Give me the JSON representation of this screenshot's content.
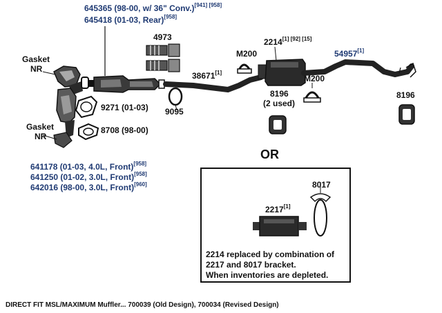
{
  "parts": {
    "p645365": {
      "text": "645365 (98-00, w/ 36\" Conv.)",
      "refs": "[941] [958]"
    },
    "p645418": {
      "text": "645418 (01-03, Rear)",
      "refs": "[958]"
    },
    "p4973": {
      "text": "4973"
    },
    "p38671": {
      "text": "38671",
      "refs": "[1]"
    },
    "p9095": {
      "text": "9095"
    },
    "p9271": {
      "text": "9271 (01-03)"
    },
    "p8708": {
      "text": "8708 (98-00)"
    },
    "gasket_top": {
      "line1": "Gasket",
      "line2": "NR"
    },
    "gasket_bottom": {
      "line1": "Gasket",
      "line2": "NR"
    },
    "p2214": {
      "text": "2214",
      "refs": "[1] [92] [15]"
    },
    "m200_left": {
      "text": "M200"
    },
    "m200_right": {
      "text": "M200"
    },
    "p8196_center": {
      "line1": "8196",
      "line2": "(2 used)"
    },
    "p54957": {
      "text": "54957",
      "refs": "[1]"
    },
    "p8196_right": {
      "text": "8196"
    },
    "p641178": {
      "text": "641178 (01-03, 4.0L, Front)",
      "refs": "[958]"
    },
    "p641250": {
      "text": "641250 (01-02, 3.0L, Front)",
      "refs": "[958]"
    },
    "p642016": {
      "text": "642016 (98-00, 3.0L, Front)",
      "refs": "[960]"
    }
  },
  "or_label": "OR",
  "alternative": {
    "p2217": {
      "text": "2217",
      "refs": "[1]"
    },
    "p8017": {
      "text": "8017"
    },
    "note_lines": [
      "2214 replaced by combination of",
      "2217 and 8017 bracket.",
      "When inventories are depleted."
    ]
  },
  "caption": "DIRECT FIT MSL/MAXIMUM Muffler... 700039 (Old Design), 700034 (Revised Design)"
}
